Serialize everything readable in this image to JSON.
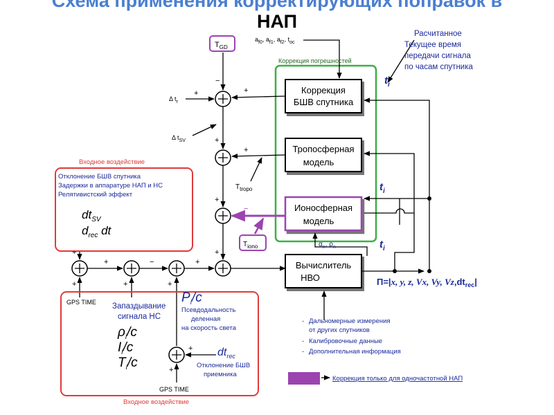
{
  "title": {
    "line1": "Схема применения корректирующих поправок в",
    "line2": "НАП"
  },
  "blocks": {
    "sv_clock": [
      "Коррекция",
      "БШВ спутника"
    ],
    "tropo": [
      "Тропосферная",
      "модель"
    ],
    "iono": [
      "Ионосферная",
      "модель"
    ],
    "nvo": [
      "Вычислитель",
      "НВО"
    ]
  },
  "correction_group_label": "Коррекция погрешностей",
  "tgd_label": "T",
  "tgd_sub": "GD",
  "tropo_delay_label": "T",
  "tropo_delay_sub": "tropo",
  "iono_delay_label": "T",
  "iono_delay_sub": "iono",
  "clock_coeffs": "a",
  "clock_coeffs_parts": [
    "f0",
    ", a",
    "f1",
    ", a",
    "f2",
    ", t",
    "oc"
  ],
  "ti_label": "t",
  "ti_sub": "i",
  "time_note": [
    "Расчитанное",
    "Текущее время",
    "передачи сигнала",
    "по часам спутника"
  ],
  "delta_tr": "Δ t",
  "delta_tr_sub": "r",
  "delta_tsv": "Δ t",
  "delta_tsv_sub": "SV",
  "iono_params": "α",
  "iono_params_parts": [
    "n",
    ", ρ",
    "n"
  ],
  "input_top": {
    "title": "Входное воздействие",
    "lines": [
      "Отклонение БШВ спутника",
      "Задержки в аппаратуре НАП и НС",
      "Релятивистский эффект"
    ],
    "formula1": "dt",
    "formula1_sub": "SV",
    "formula2_a": "d",
    "formula2_sub": "rec",
    "formula2_b": " dt"
  },
  "input_bottom": {
    "title": "Входное воздействие",
    "delay_label": [
      "Запаздывание",
      "сигнала НС"
    ],
    "rho": "ρ",
    "i_sym": "I",
    "t_sym": "T",
    "sub_i": "i",
    "over_c": "/c",
    "p_sym": "P",
    "pseudo_label": [
      "Псевдодальность",
      "деленная",
      "на скорость света"
    ],
    "dtrec": "dt",
    "dtrec_sub": "rec",
    "rec_label": [
      "Отклонение БШВ",
      "приемника"
    ]
  },
  "gps_time": "GPS TIME",
  "output": {
    "prefix": "П=|",
    "vars": "x, y, z, Vx, Vy, Vz",
    "sep": ",dt",
    "sub": "rec",
    "suffix": "|"
  },
  "extra_inputs": [
    "Дальномерные измерения",
    "от других спутников",
    "Калибровочные данные",
    "Дополнительная информация"
  ],
  "legend": "Коррекция только для одночастотной НАП",
  "colors": {
    "title": "#4a7fd0",
    "red_box": "#e03a3a",
    "green_box": "#3cb043",
    "purple": "#9b44b0",
    "note_blue": "#1a2a9a"
  }
}
